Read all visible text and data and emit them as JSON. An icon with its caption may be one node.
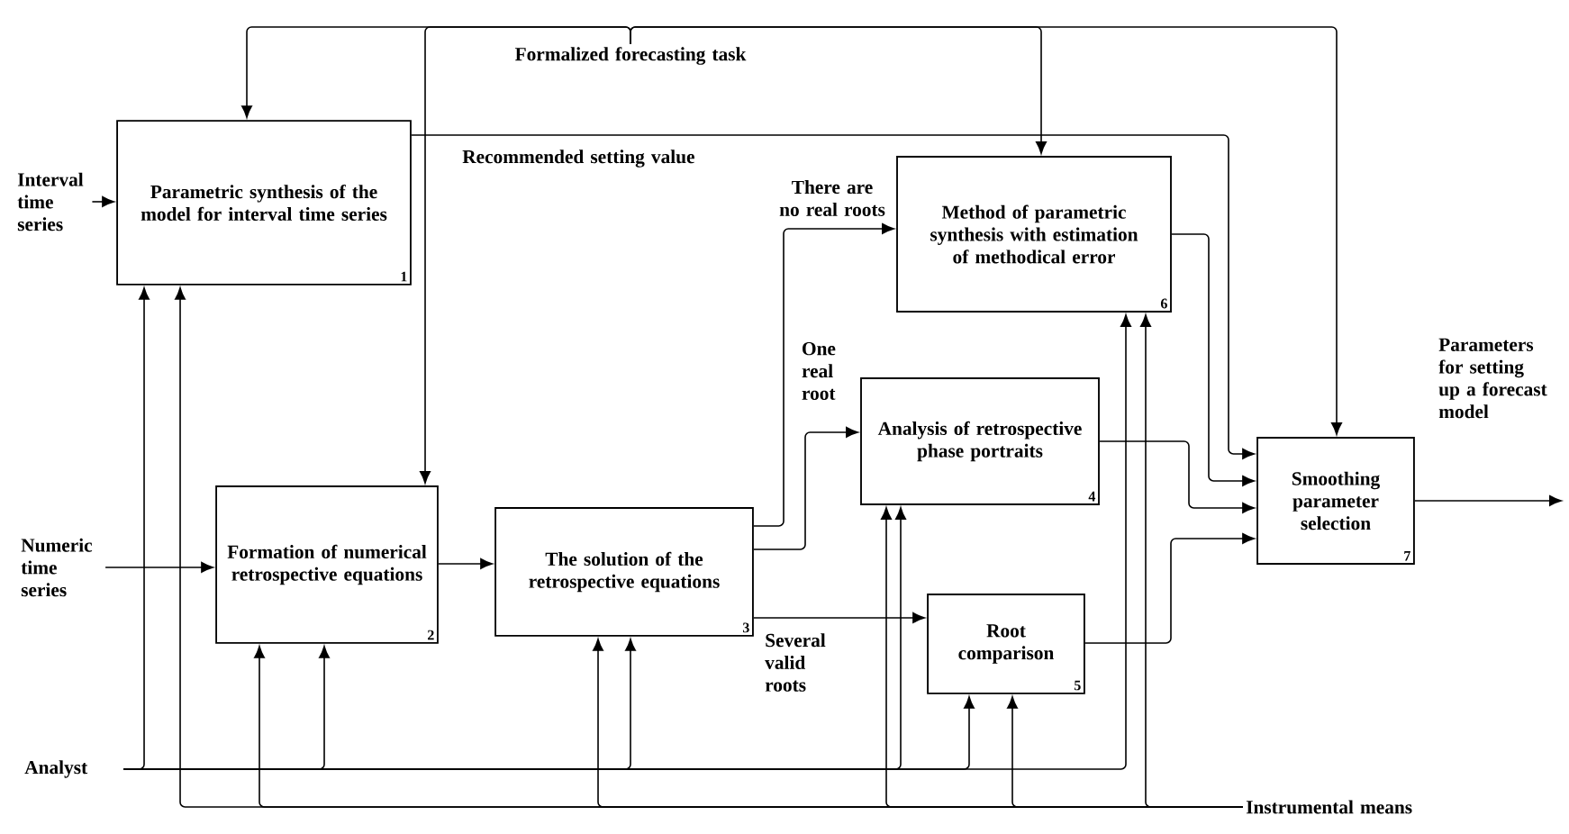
{
  "diagram": {
    "nodes": [
      {
        "text": [
          "Parametric synthesis of the model for interval time series",
          "1"
        ]
      },
      {
        "text": [
          "Method of parametric synthesis with estimation of methodical error",
          "6"
        ]
      },
      {
        "text": [
          "Analysis of retrospective phase portraits",
          "4"
        ]
      },
      {
        "text": [
          "Formation of numerical retrospective equations",
          "2"
        ]
      },
      {
        "text": [
          "The solution of the retrospective equations",
          "3"
        ]
      },
      {
        "text": [
          "Root comparison",
          "5"
        ]
      },
      {
        "text": [
          "Smoothing parameter selection",
          "7"
        ]
      },
      {
        "text": [
          "Interval time series"
        ]
      },
      {
        "text": [
          "Numeric time series"
        ]
      },
      {
        "text": [
          "Formalized forecasting task"
        ]
      },
      {
        "text": [
          "Analyst"
        ]
      },
      {
        "text": [
          "Instrumental means"
        ]
      }
    ],
    "edges": [
      {
        "from": 7,
        "to": 0,
        "arrow": "to"
      },
      {
        "from": 8,
        "to": 3,
        "arrow": "to"
      },
      {
        "from": 9,
        "to": 0,
        "arrow": "to"
      },
      {
        "from": 9,
        "to": 3,
        "arrow": "to"
      },
      {
        "from": 9,
        "to": 1,
        "arrow": "to"
      },
      {
        "from": 9,
        "to": 6,
        "arrow": "to"
      },
      {
        "from": 0,
        "to": 6,
        "arrow": "to",
        "label": "Recommended setting value"
      },
      {
        "from": 1,
        "to": 6,
        "arrow": "to"
      },
      {
        "from": 2,
        "to": 6,
        "arrow": "to"
      },
      {
        "from": 5,
        "to": 6,
        "arrow": "to"
      },
      {
        "from": 3,
        "to": 4,
        "arrow": "to"
      },
      {
        "from": 4,
        "to": 1,
        "arrow": "to",
        "label": "There are no real roots"
      },
      {
        "from": 4,
        "to": 2,
        "arrow": "to",
        "label": "One real root"
      },
      {
        "from": 4,
        "to": 5,
        "arrow": "to",
        "label": "Several valid roots"
      },
      {
        "from": 6,
        "to": null,
        "arrow": "to",
        "label": "Parameters for setting up a forecast model"
      },
      {
        "from": 10,
        "to": 0,
        "arrow": "to"
      },
      {
        "from": 10,
        "to": 3,
        "arrow": "to"
      },
      {
        "from": 10,
        "to": 4,
        "arrow": "to"
      },
      {
        "from": 10,
        "to": 2,
        "arrow": "to"
      },
      {
        "from": 10,
        "to": 5,
        "arrow": "to"
      },
      {
        "from": 10,
        "to": 1,
        "arrow": "to"
      },
      {
        "from": 11,
        "to": 0,
        "arrow": "to"
      },
      {
        "from": 11,
        "to": 3,
        "arrow": "to"
      },
      {
        "from": 11,
        "to": 4,
        "arrow": "to"
      },
      {
        "from": 11,
        "to": 2,
        "arrow": "to"
      },
      {
        "from": 11,
        "to": 5,
        "arrow": "to"
      },
      {
        "from": 11,
        "to": 1,
        "arrow": "to"
      }
    ]
  }
}
